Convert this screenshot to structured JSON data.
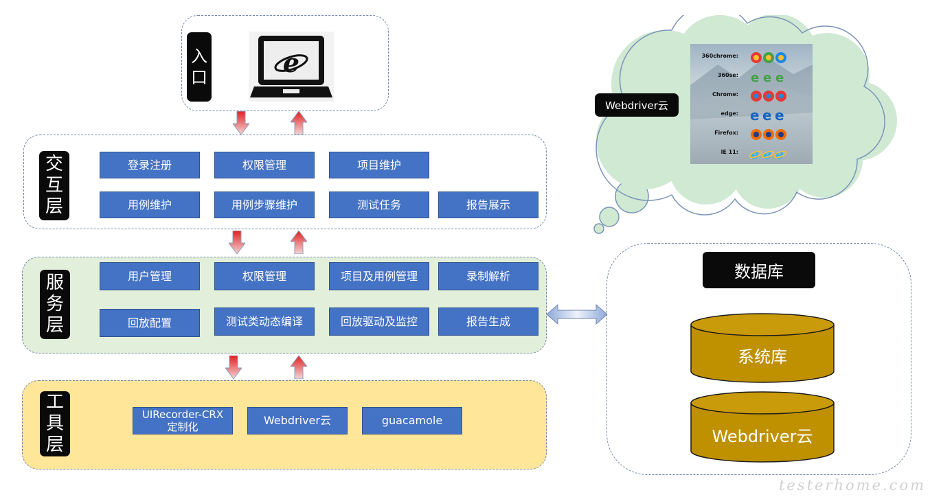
{
  "entry": {
    "label": "入口"
  },
  "interaction_layer": {
    "label": "交互层",
    "items": [
      "登录注册",
      "权限管理",
      "项目维护",
      "用例维护",
      "用例步骤维护",
      "测试任务",
      "报告展示"
    ]
  },
  "service_layer": {
    "label": "服务层",
    "items": [
      "用户管理",
      "权限管理",
      "项目及用例管理",
      "录制解析",
      "回放配置",
      "测试类动态编译",
      "回放驱动及监控",
      "报告生成"
    ]
  },
  "tool_layer": {
    "label": "工具层",
    "items": [
      "UIRecorder-CRX\n定制化",
      "Webdriver云",
      "guacamole"
    ]
  },
  "cloud": {
    "label": "Webdriver云",
    "browsers": [
      "360chrome:",
      "360se:",
      "Chrome:",
      "edge:",
      "Firefox:",
      "IE 11:"
    ]
  },
  "database": {
    "label": "数据库",
    "cylinders": [
      "系统库",
      "Webdriver云"
    ]
  },
  "watermark": "testerhome.com",
  "colors": {
    "box_blue": "#4472c4",
    "service_bg": "#e2efda",
    "tool_bg": "#ffe699",
    "cloud_bg": "#cfe9d3",
    "cylinder_gold": "#bf9000",
    "arrow_red": "#e02020"
  }
}
